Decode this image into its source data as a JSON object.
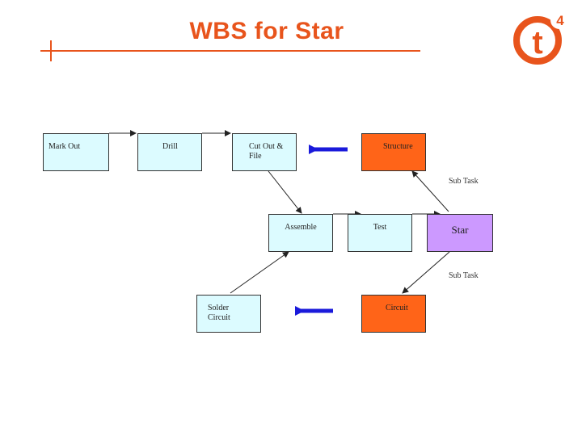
{
  "title": "WBS for Star",
  "logo": {
    "letter": "t",
    "superscript": "4",
    "color": "#e8541c"
  },
  "boxes": {
    "mark_out": "Mark Out",
    "drill": "Drill",
    "cut_out_file": "Cut Out & File",
    "structure": "Structure",
    "assemble": "Assemble",
    "test": "Test",
    "star": "Star",
    "solder_circuit": "Solder Circuit",
    "circuit": "Circuit"
  },
  "labels": {
    "sub_task_top": "Sub Task",
    "sub_task_bottom": "Sub Task"
  },
  "colors": {
    "accent": "#e8541c",
    "task_box": "#dcfbff",
    "subtask_box": "#ff6418",
    "goal_box": "#cc99ff",
    "blue_arrow": "#1a1adb"
  }
}
